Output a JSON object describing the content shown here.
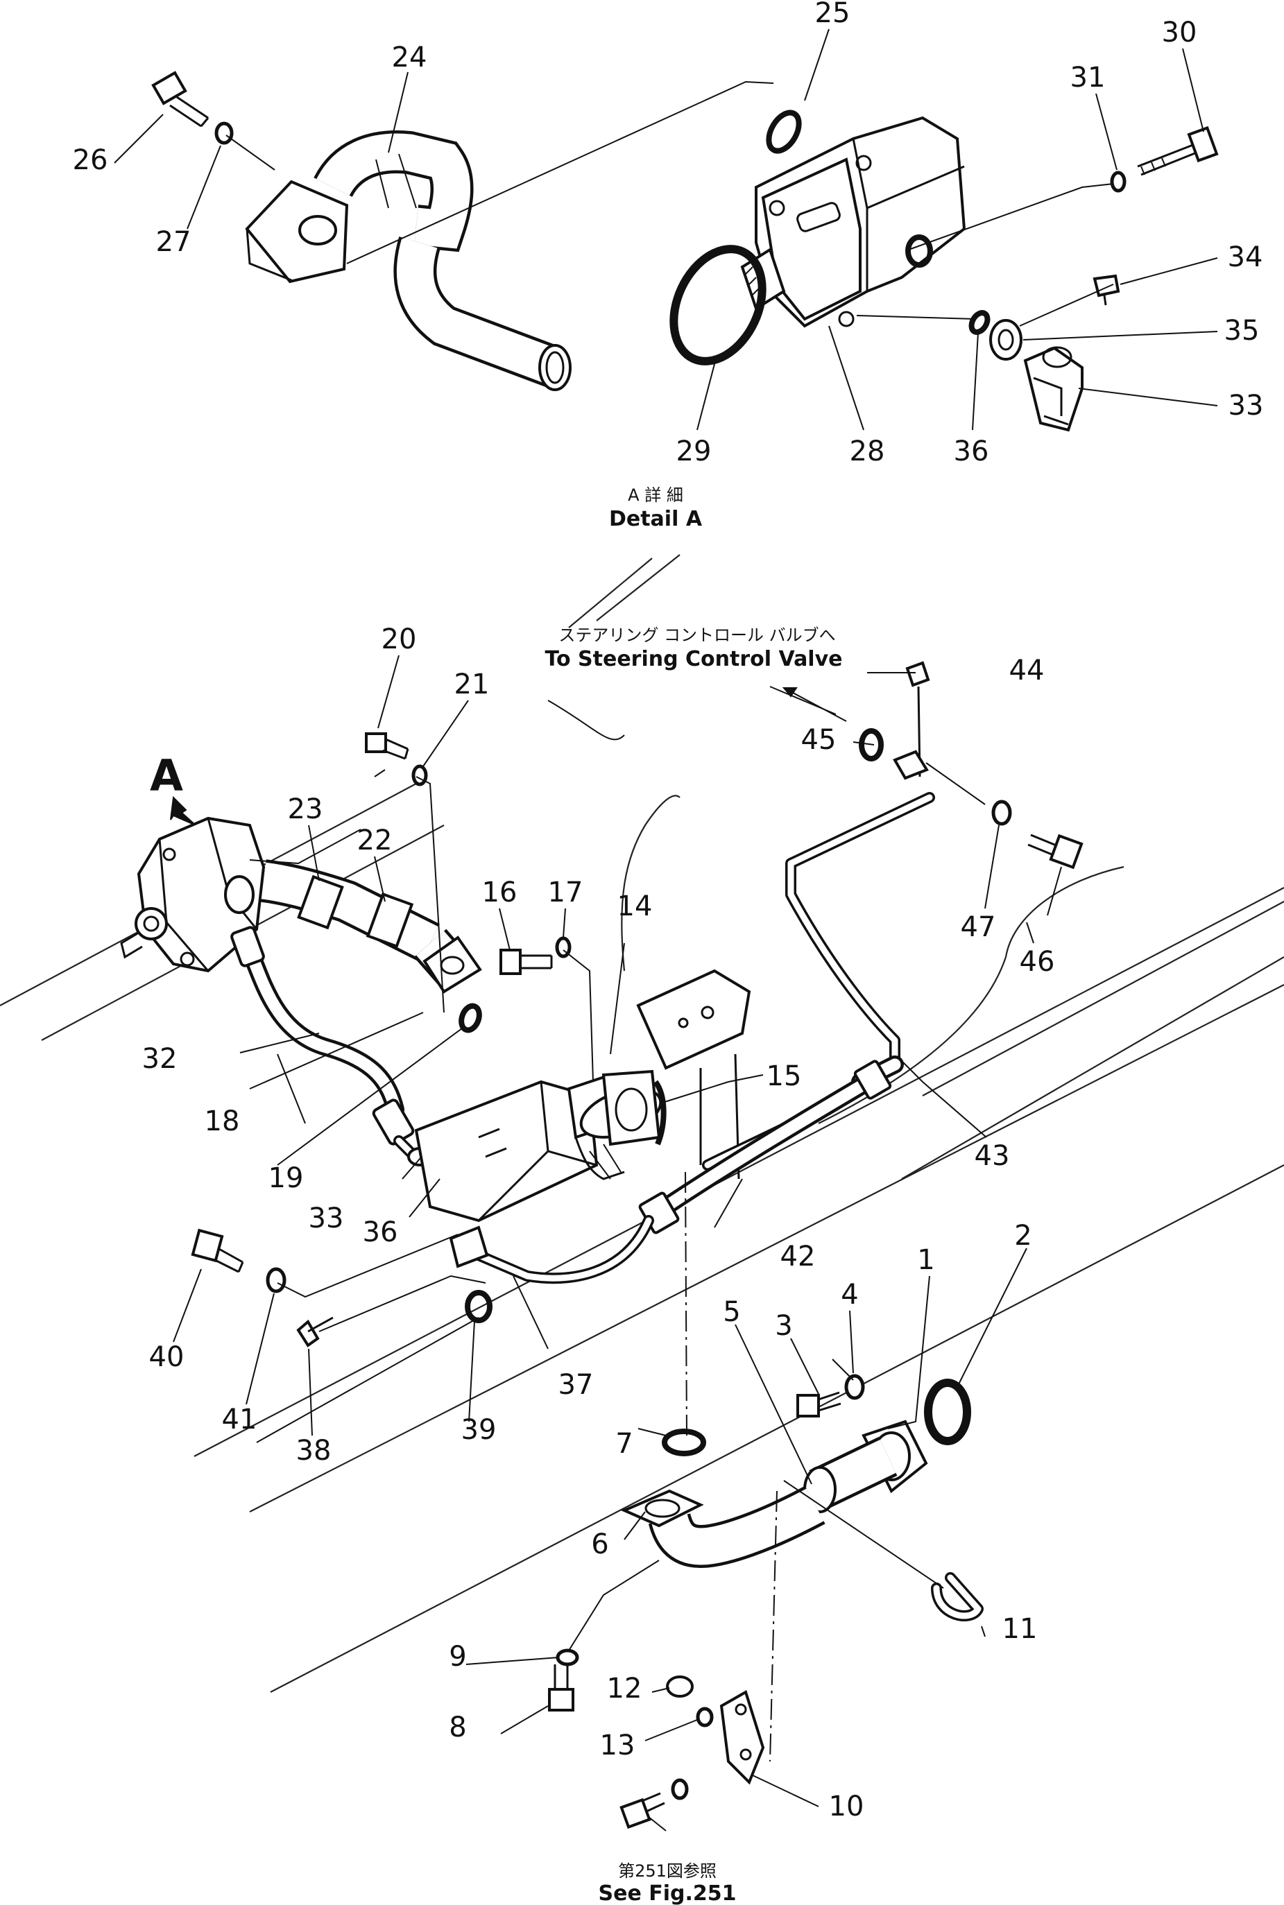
{
  "detail_caption": {
    "jp": "A 詳 細",
    "en": "Detail A"
  },
  "view_marker": "A",
  "destination": {
    "jp": "ステアリング コントロール バルブへ",
    "en": "To Steering Control Valve"
  },
  "reference": {
    "jp": "第251図参照",
    "en": "See Fig.251"
  },
  "part_numbers": {
    "p1": "1",
    "p2": "2",
    "p3": "3",
    "p4": "4",
    "p5": "5",
    "p6": "6",
    "p7": "7",
    "p8": "8",
    "p9": "9",
    "p10": "10",
    "p11": "11",
    "p12": "12",
    "p13": "13",
    "p14": "14",
    "p15": "15",
    "p16": "16",
    "p17": "17",
    "p18": "18",
    "p19": "19",
    "p20": "20",
    "p21": "21",
    "p22": "22",
    "p23": "23",
    "p24": "24",
    "p25": "25",
    "p26": "26",
    "p27": "27",
    "p28": "28",
    "p29": "29",
    "p30": "30",
    "p31": "31",
    "p32": "32",
    "p33a": "33",
    "p33b": "33",
    "p34": "34",
    "p35": "35",
    "p36a": "36",
    "p36b": "36",
    "p37": "37",
    "p38": "38",
    "p39": "39",
    "p40": "40",
    "p41": "41",
    "p42": "42",
    "p43": "43",
    "p44": "44",
    "p45": "45",
    "p46": "46",
    "p47": "47"
  },
  "colors": {
    "ink": "#111111",
    "paper": "#ffffff"
  }
}
